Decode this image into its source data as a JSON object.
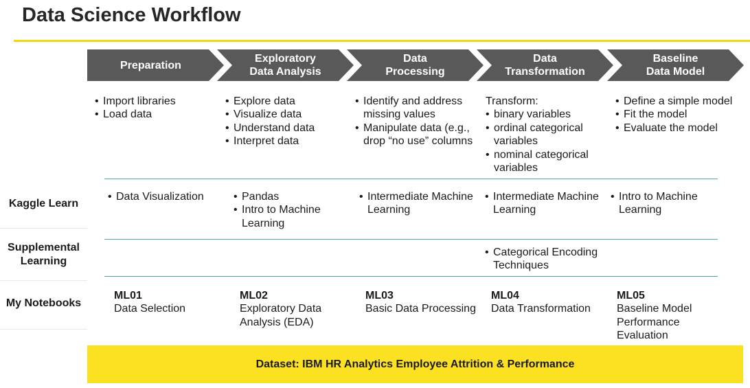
{
  "title": "Data Science Workflow",
  "colors": {
    "accent": "#f2d611",
    "chevron": "#595959",
    "divider": "#4aa7b0",
    "footer": "#fbe122"
  },
  "stages": [
    {
      "label": "Preparation",
      "tasks": [
        "Import libraries",
        "Load data"
      ],
      "kaggle": [
        "Data Visualization"
      ],
      "supplemental": [],
      "notebook": {
        "code": "ML01",
        "name": "Data Selection"
      }
    },
    {
      "label": "Exploratory\nData Analysis",
      "tasks": [
        "Explore data",
        "Visualize data",
        "Understand data",
        "Interpret data"
      ],
      "kaggle": [
        "Pandas",
        "Intro to Machine Learning"
      ],
      "supplemental": [],
      "notebook": {
        "code": "ML02",
        "name": "Exploratory Data\nAnalysis (EDA)"
      }
    },
    {
      "label": "Data\nProcessing",
      "tasks": [
        "Identify and address missing values",
        "Manipulate data (e.g., drop “no use” columns"
      ],
      "kaggle": [
        "Intermediate Machine Learning"
      ],
      "supplemental": [],
      "notebook": {
        "code": "ML03",
        "name": "Basic Data Processing"
      }
    },
    {
      "label": "Data\nTransformation",
      "tasks_intro": "Transform:",
      "tasks": [
        "binary variables",
        "ordinal categorical variables",
        "nominal categorical variables"
      ],
      "kaggle": [
        "Intermediate Machine Learning"
      ],
      "supplemental": [
        "Categorical Encoding Techniques"
      ],
      "notebook": {
        "code": "ML04",
        "name": "Data Transformation"
      }
    },
    {
      "label": "Baseline\nData Model",
      "tasks": [
        "Define a simple model",
        "Fit the model",
        "Evaluate the model"
      ],
      "kaggle": [
        "Intro to Machine Learning"
      ],
      "supplemental": [],
      "notebook": {
        "code": "ML05",
        "name": "Baseline Model\nPerformance\nEvaluation"
      }
    }
  ],
  "row_labels": {
    "kaggle": "Kaggle Learn",
    "supplemental": "Supplemental\nLearning",
    "notebooks": "My Notebooks"
  },
  "footer": "Dataset: IBM HR Analytics Employee Attrition & Performance"
}
